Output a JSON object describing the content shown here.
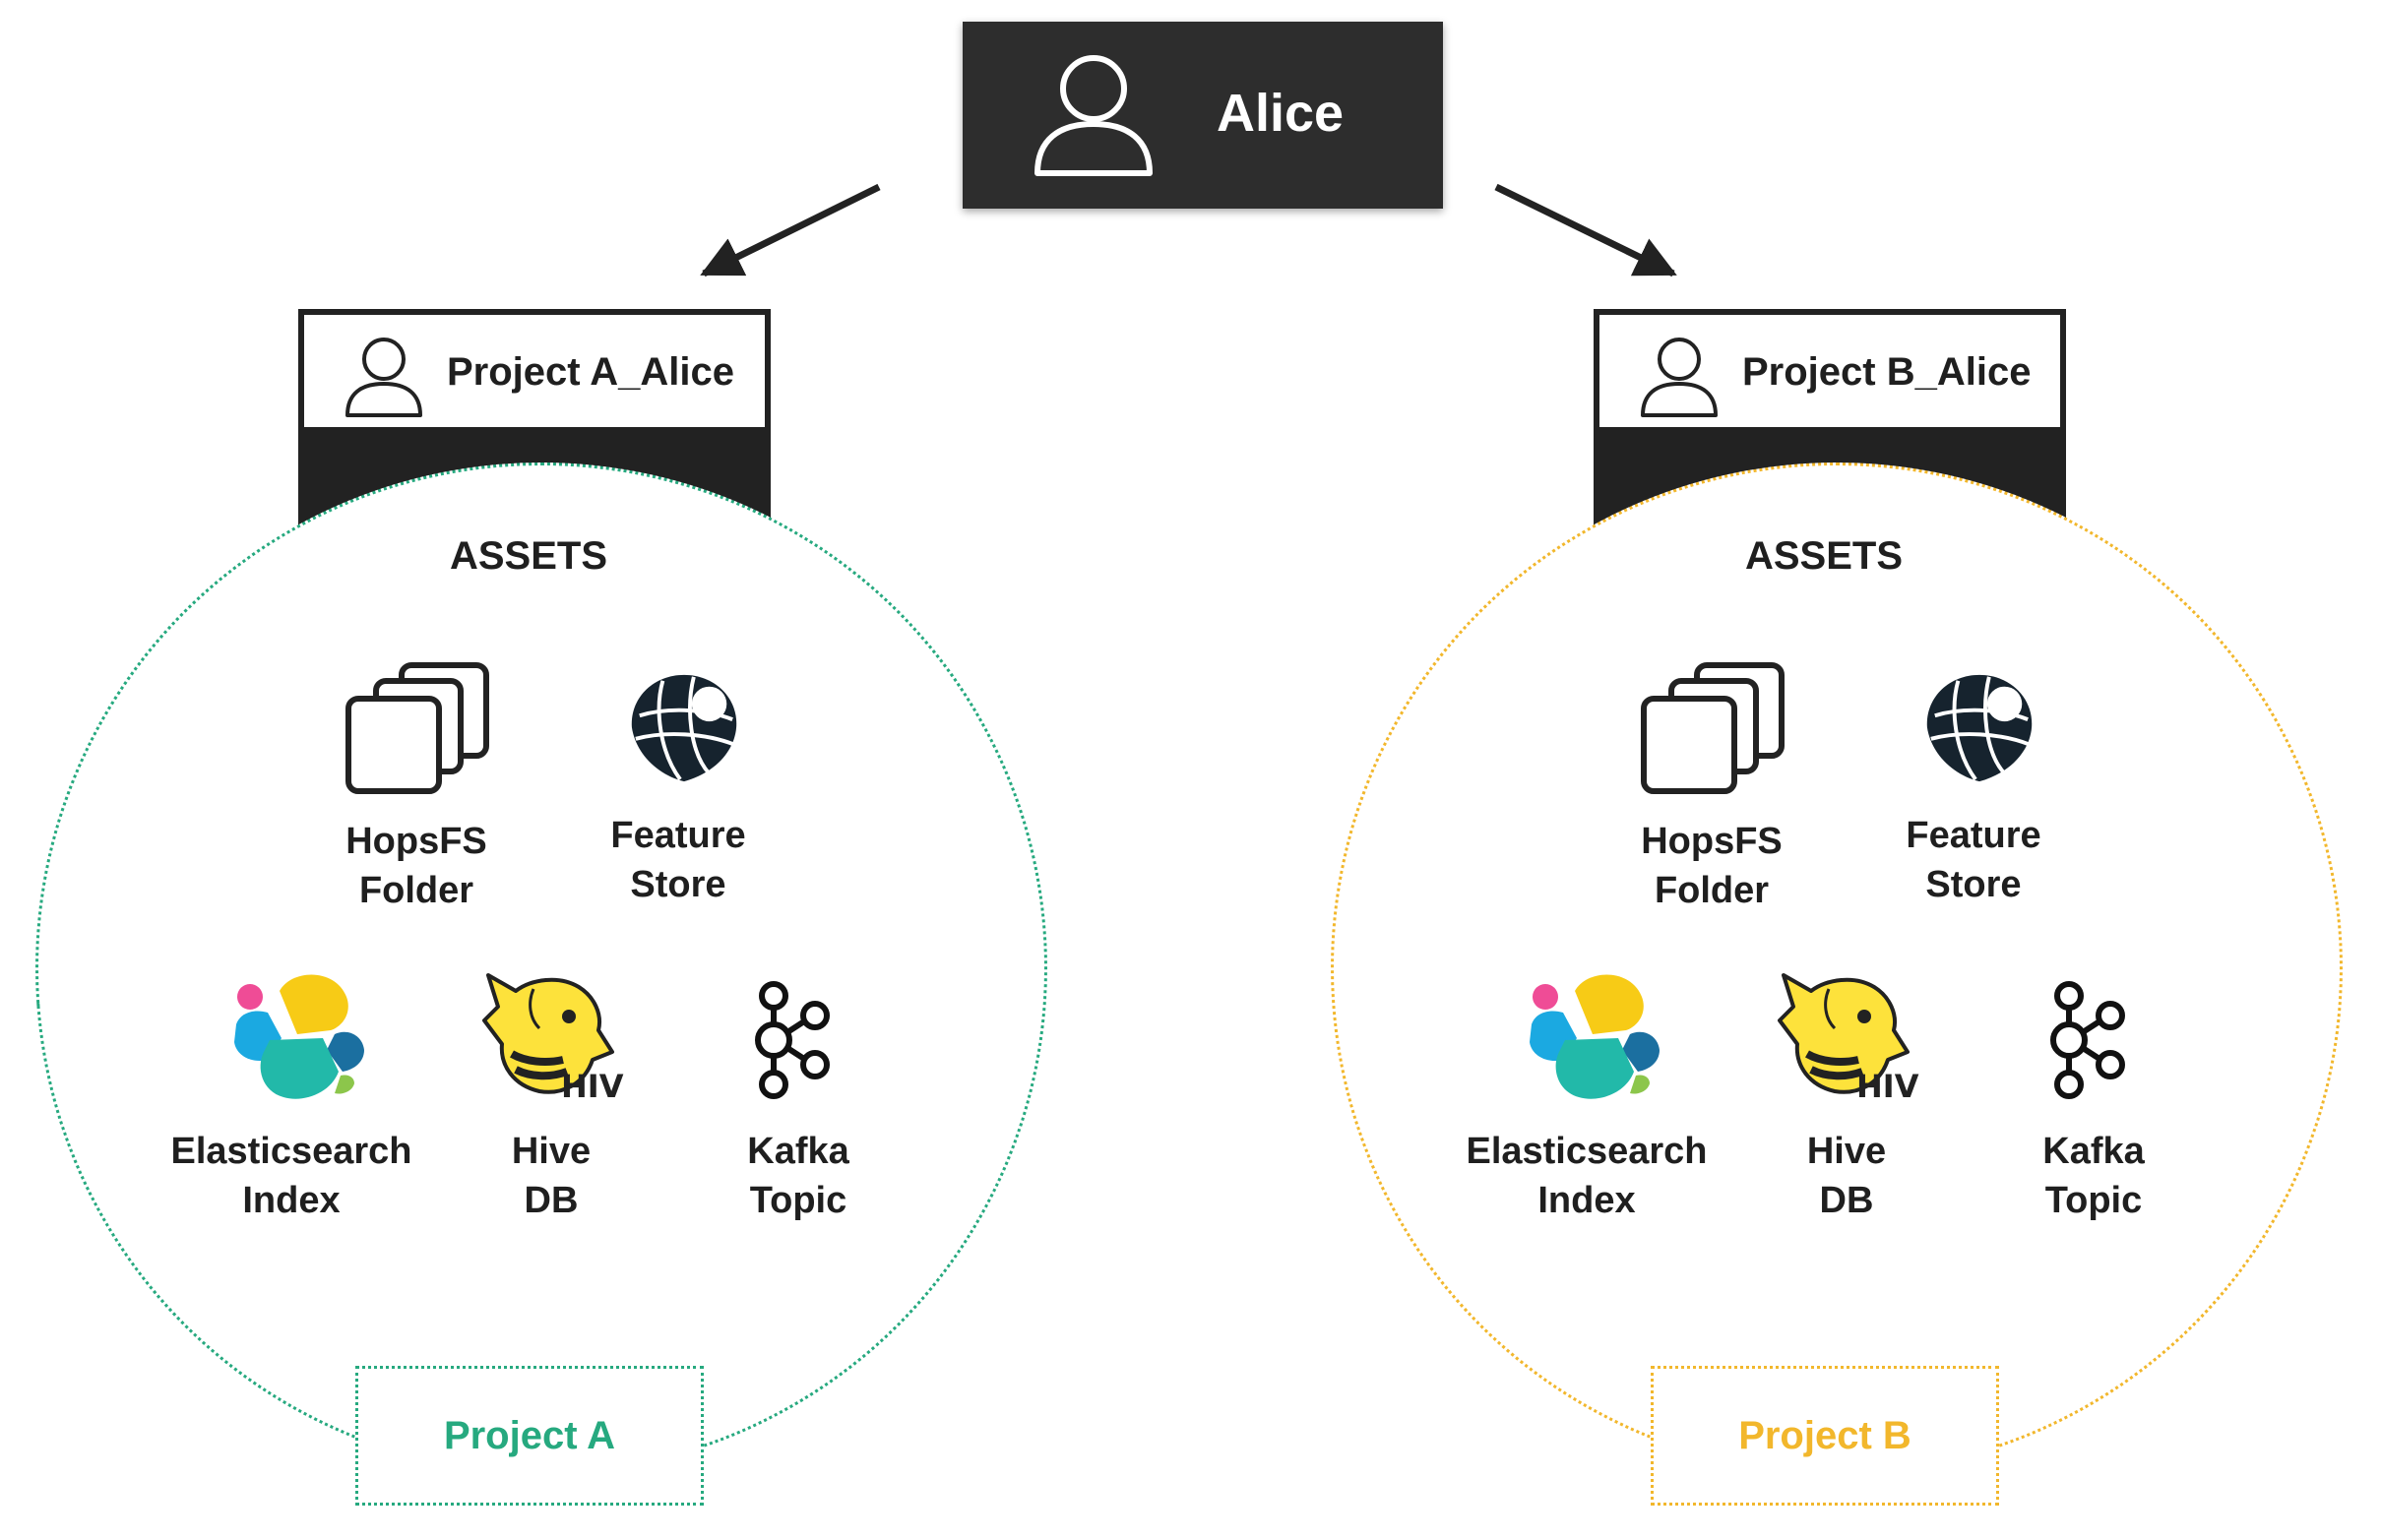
{
  "user": {
    "name": "Alice",
    "icon": "user-icon"
  },
  "projects": [
    {
      "user_title": "Project A_Alice",
      "assets_title": "ASSETS",
      "tag_label": "Project A",
      "color": "#26a97f",
      "assets": {
        "hopsfs": [
          "HopsFS",
          "Folder"
        ],
        "feature_store": [
          "Feature",
          "Store"
        ],
        "elasticsearch": [
          "Elasticsearch",
          "Index"
        ],
        "hive": [
          "Hive",
          "DB"
        ],
        "kafka": [
          "Kafka",
          "Topic"
        ]
      }
    },
    {
      "user_title": "Project B_Alice",
      "assets_title": "ASSETS",
      "tag_label": "Project B",
      "color": "#f2b72c",
      "assets": {
        "hopsfs": [
          "HopsFS",
          "Folder"
        ],
        "feature_store": [
          "Feature",
          "Store"
        ],
        "elasticsearch": [
          "Elasticsearch",
          "Index"
        ],
        "hive": [
          "Hive",
          "DB"
        ],
        "kafka": [
          "Kafka",
          "Topic"
        ]
      }
    }
  ],
  "hive_logo_text": "HIVE",
  "colors": {
    "dark_box": "#2d2d2d",
    "project_a": "#26a97f",
    "project_b": "#f2b72c",
    "elastic_yellow": "#f7cb16",
    "elastic_teal": "#22b9a9",
    "elastic_pink": "#ef4c96",
    "elastic_blue": "#1ba9e1",
    "elastic_navy": "#1b6fa0",
    "elastic_green": "#8cc64b"
  }
}
